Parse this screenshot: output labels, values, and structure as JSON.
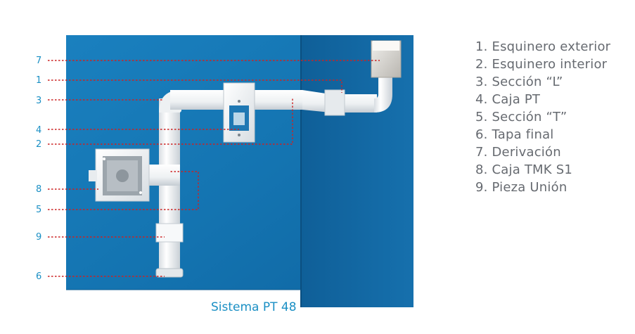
{
  "caption": "Sistema PT 48",
  "callouts": [
    "7",
    "1",
    "3",
    "4",
    "2",
    "8",
    "5",
    "9",
    "6"
  ],
  "legend": [
    "1. Esquinero exterior",
    "2. Esquinero interior",
    "3. Sección “L”",
    "4. Caja PT",
    "5. Sección “T”",
    "6. Tapa final",
    "7. Derivación",
    "8. Caja TMK S1",
    "9. Pieza Unión"
  ],
  "colors": {
    "wall": "#1576b4",
    "wall_shadow": "#0d5f97",
    "callout_text": "#1a8fc4",
    "callout_line": "#cc2222",
    "legend_text": "#666a70",
    "conduit": "#f4f6f7"
  }
}
